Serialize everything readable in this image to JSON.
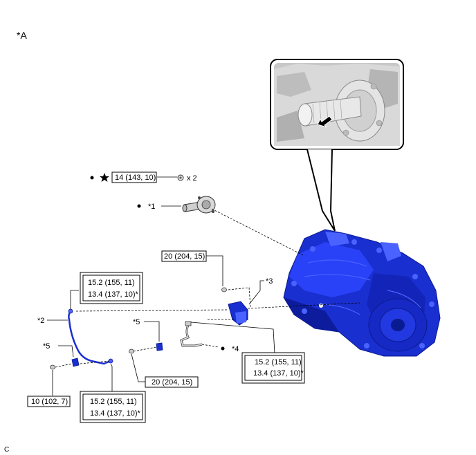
{
  "header": {
    "view_label": "*A"
  },
  "footer": {
    "code": "C"
  },
  "labels": {
    "bolt_x2_torque": "14 (143, 10)",
    "bolt_x2_qty": "x 2",
    "callout_1": "*1",
    "callout_2": "*2",
    "callout_3": "*3",
    "callout_4": "*4",
    "callout_5a": "*5",
    "callout_5b": "*5",
    "torque_20_top": "20 (204, 15)",
    "torque_20_bottom": "20 (204, 15)",
    "torque_10": "10 (102, 7)",
    "torque_pair_1_line1": "15.2 (155, 11)",
    "torque_pair_1_line2": "13.4 (137, 10)*",
    "torque_pair_2_line1": "15.2 (155, 11)",
    "torque_pair_2_line2": "13.4 (137, 10)*",
    "torque_pair_3_line1": "15.2 (155, 11)",
    "torque_pair_3_line2": "13.4 (137, 10)*"
  },
  "colors": {
    "transmission": "#1a2fd0",
    "transmission_dark": "#0a1a90",
    "transmission_light": "#4a62ff",
    "leader": "#000000",
    "inset_bg": "#cfcfcf"
  },
  "icons": [
    "bullet-dot-icon",
    "star-icon",
    "arrow-icon"
  ]
}
